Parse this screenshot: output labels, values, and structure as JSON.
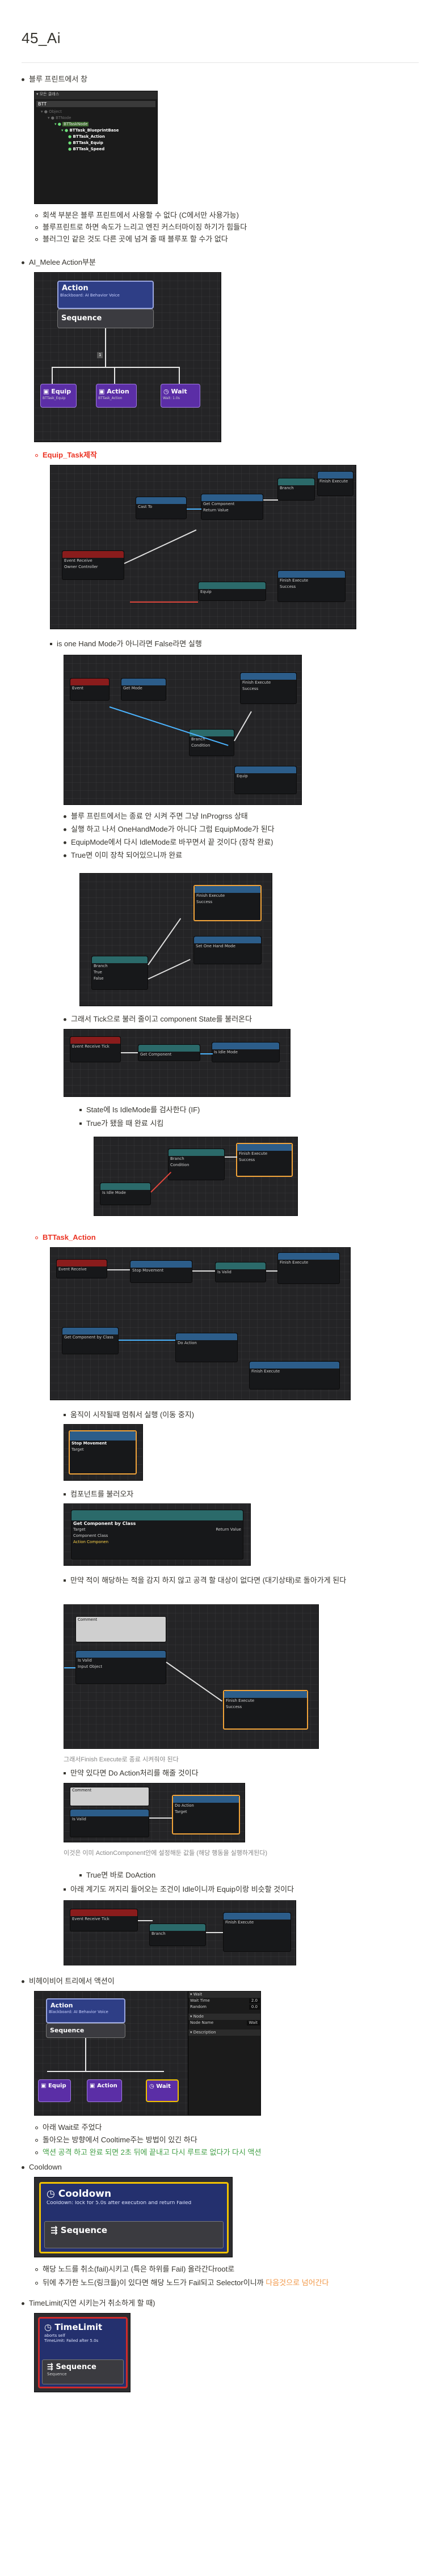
{
  "page": {
    "title": "45_Ai"
  },
  "section1": {
    "heading": "블루 프린트에서 창",
    "tree": {
      "root": "BTT",
      "items": [
        "Object",
        "BTNode",
        "BTTaskNode",
        "BTTask_BlueprintBase",
        "BTTask_Action",
        "BTTask_Equip",
        "BTTask_Speed"
      ]
    },
    "notes": [
      "회색 부분은 블루 프린트에서 사용할 수 없다 (C에서만 사용가능)",
      "블루프린트로 하면 속도가 느리고 엔진 커스터마이징 하기가 힘들다",
      "블러그인 같은 것도 다른 곳에 넘겨 줄 때 블루포 할 수가 없다"
    ]
  },
  "section2": {
    "heading": "AI_Melee Action부분",
    "bt": {
      "action_title": "Action",
      "action_sub": "Blackboard: AI Behavior Voice",
      "sequence_title": "Sequence",
      "children": [
        "Equip",
        "Action",
        "Wait"
      ],
      "children_sub": [
        "BTTask_Equip",
        "BTTask_Action",
        "Wait: 1.0s"
      ]
    },
    "equip": {
      "heading": "Equip_Task제작",
      "items": [
        "is one Hand Mode가 아니라면 False라면 실행",
        "블루 프린트에서는 종료 안 시켜 주면 그냥 InProgrss 상태",
        "실행 하고 나서 OneHandMode가 아니다 그럼 EquipMode가 된다",
        "EquipMode에서 다시 IdleMode로 바꾸면서 끝 것이다 (장착 완료)",
        "True면 이미 장착 되어있으니까 완료",
        "그래서 Tick으로 불러 줄이고 component State를 불러온다",
        "State에 Is IdleMode를 검사한다 (IF)",
        "True가 됐을 때 완료 시킴"
      ]
    },
    "action": {
      "heading": "BTTask_Action",
      "items": [
        "움직이 시작될때 멈춰서 실행 (이동 중지)",
        "컴포넌트를 불러오자",
        "만약 적이 해당하는 적을 감지 하지 않고 공격 할 대상이 없다면 (대기상태)로 돌아가게 된다",
        "그래서Finish Execute로 종료 시켜줘야 된다",
        "만약 있다면 Do Action처리를 해줄 것이다",
        "이것은 이미 ActionComponent안에 설정해둔 값들 (해당 행동을 실행하게된다)",
        "True면 바로 DoAction",
        "아래 계기도 꺼지리 들어오는 조건이 Idle이니까 Equip이랑 비슷할 것이다"
      ]
    }
  },
  "section3": {
    "heading": "비헤이비어 트리에서 액션이",
    "tree_children": [
      "Equip",
      "Action",
      "Wait"
    ],
    "notes": [
      "아래 Wait로 주었다",
      "돌아오는 방향에서 Cooltime주는 방법이 있긴 하다"
    ],
    "green_note": "액션 공격 하고 완료 되면 2초 뒤에 끝내고 다시 루트로 없다가 다시 액션"
  },
  "section4": {
    "heading": "Cooldown",
    "box_title": "Cooldown",
    "box_sub": "Cooldown: lock for 5.0s after execution and return Failed",
    "seq": "Sequence",
    "notes": [
      "해당 노드를 취소(fail)시키고 (특은 하위를 Fail) 올라간다root로",
      "뒤에 추가한 노드(링크들)이 있다면 해당 노드가 Fail되고 Selector이니까 "
    ],
    "orange_tail": "다음것으로 넘어간다"
  },
  "section5": {
    "heading": "TimeLimit(지연 시키는거 취소하게 할 때)",
    "box_title": "TimeLimit",
    "box_line1": "aborts self",
    "box_line2": "TimeLimit: Failed after 5.0s",
    "seq": "Sequence",
    "seq_sub": "Sequence"
  },
  "nodes": {
    "finish_execute": "Finish Execute",
    "success": "Success",
    "stop_movement": "Stop Movement",
    "get_component": "Get Component by Class",
    "target": "Target",
    "return_value": "Return Value",
    "component_class": "Component Class",
    "action_component": "Action Componen",
    "is_valid": "Is Valid",
    "do_action": "Do Action",
    "branch": "Branch",
    "condition": "Condition",
    "set_one_hand": "Set One Hand Mode"
  },
  "colors": {
    "bt_root": "#3a4fa3",
    "bt_task": "#6d2bb5",
    "bt_select": "#f2c200",
    "node_header_blue": "#2c5d8a",
    "node_header_teal": "#2b6a6a",
    "accent_red": "#eb3323",
    "accent_green": "#43a047",
    "accent_orange": "#f2994a"
  }
}
